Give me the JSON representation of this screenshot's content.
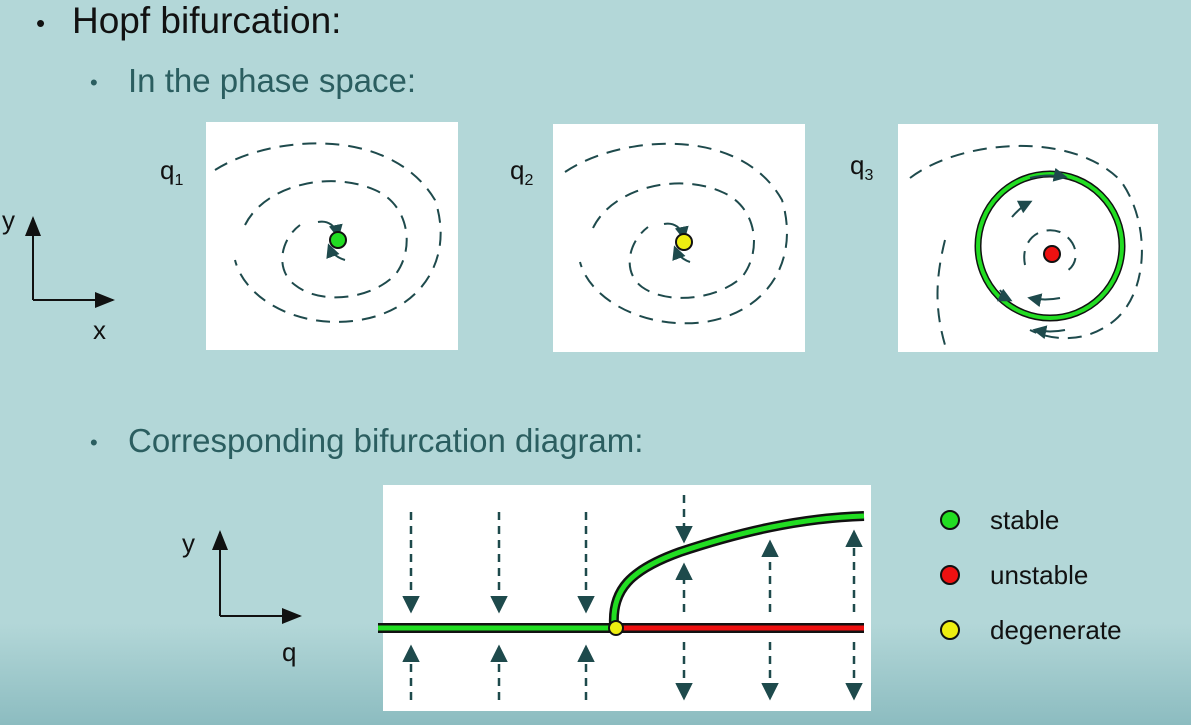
{
  "heading": "Hopf bifurcation:",
  "sub1": "In the phase space:",
  "sub2": "Corresponding bifurcation diagram:",
  "phase_panels": [
    {
      "label_main": "q",
      "label_sub": "1",
      "center_state": "stable"
    },
    {
      "label_main": "q",
      "label_sub": "2",
      "center_state": "degenerate"
    },
    {
      "label_main": "q",
      "label_sub": "3",
      "center_state": "unstable"
    }
  ],
  "phase_axes": {
    "y": "y",
    "x": "x"
  },
  "bif_axes": {
    "y": "y",
    "x": "q"
  },
  "legend": [
    {
      "label": "stable",
      "color": "#22dd22"
    },
    {
      "label": "unstable",
      "color": "#ee1111"
    },
    {
      "label": "degenerate",
      "color": "#eeee11"
    }
  ],
  "colors": {
    "stable": "#22dd22",
    "unstable": "#ee1111",
    "degenerate": "#eeee11",
    "flow": "#1e4a4c"
  }
}
